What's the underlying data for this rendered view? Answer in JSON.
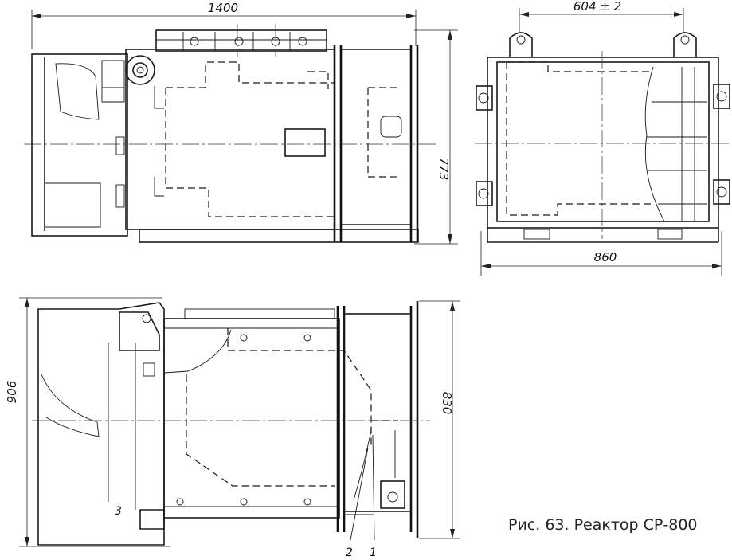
{
  "caption": "Рис. 63. Реактор СР-800",
  "views": {
    "top_left": {
      "width_dim": "1400",
      "height_dim": "773"
    },
    "top_right": {
      "top_dim": "604 ± 2",
      "bottom_dim": "860"
    },
    "bottom_left": {
      "left_dim": "906",
      "right_dim": "830",
      "callouts": [
        "1",
        "2",
        "3"
      ]
    }
  }
}
